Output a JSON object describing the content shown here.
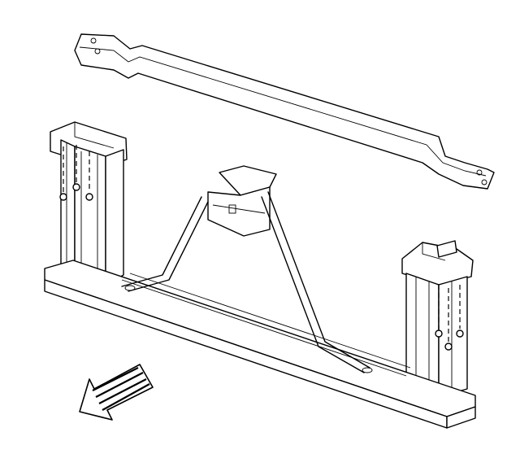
{
  "diagram": {
    "parts": [
      {
        "id": "upper-tie-bar",
        "kind": "bracket"
      },
      {
        "id": "left-side-support",
        "kind": "post"
      },
      {
        "id": "right-side-support",
        "kind": "post"
      },
      {
        "id": "center-support-brace",
        "kind": "brace"
      },
      {
        "id": "lower-tie-bar",
        "kind": "rail"
      },
      {
        "id": "mounting-bolts",
        "kind": "fastener"
      }
    ],
    "direction_indicator": {
      "icon": "arrow-front-icon",
      "points": "front-left"
    },
    "line_color": "#000000",
    "background": "#ffffff"
  }
}
